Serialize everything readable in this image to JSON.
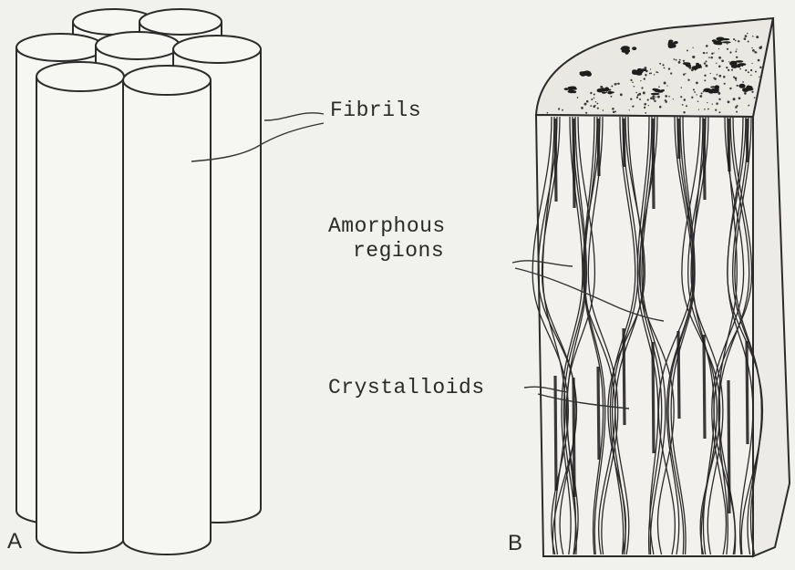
{
  "labels": {
    "fibrils": "Fibrils",
    "amorphous_line1": "Amorphous",
    "amorphous_line2": "regions",
    "crystalloids": "Crystalloids"
  },
  "panels": {
    "a": "A",
    "b": "B"
  }
}
